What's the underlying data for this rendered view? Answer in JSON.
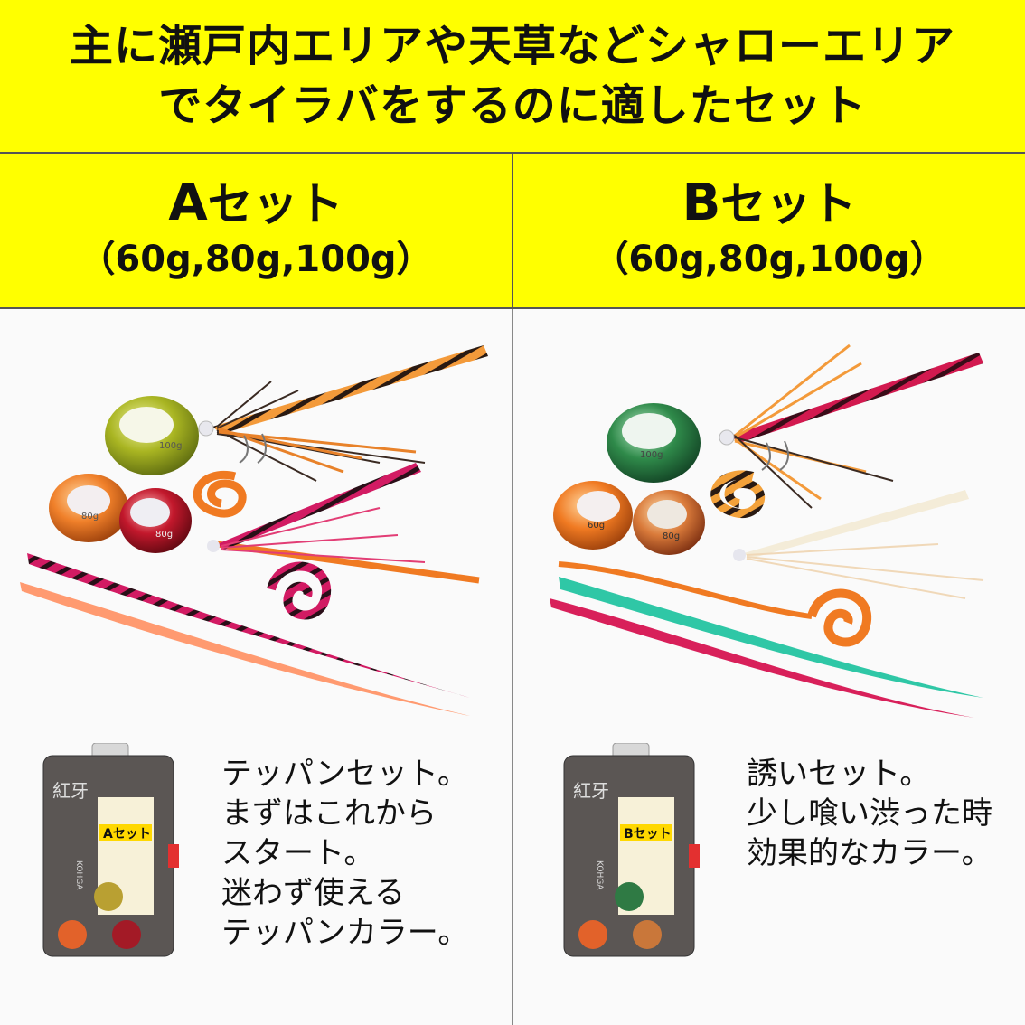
{
  "banner": {
    "line1": "主に瀬戸内エリアや天草などシャローエリア",
    "line2": "でタイラバをするのに適したセット"
  },
  "set_a": {
    "letter": "A",
    "suffix": "セット",
    "weights": "（60g,80g,100g）",
    "description": [
      "テッパンセット。",
      "まずはこれから",
      "スタート。",
      "迷わず使える",
      "テッパンカラー。"
    ],
    "box_label": "Aセット",
    "box_text": [
      "紅牙",
      "KOHGA"
    ],
    "head_labels": [
      "100g",
      "80g",
      "80g"
    ]
  },
  "set_b": {
    "letter": "B",
    "suffix": "セット",
    "weights": "（60g,80g,100g）",
    "description": [
      "誘いセット。",
      "少し喰い渋った時",
      "効果的なカラー。"
    ],
    "box_label": "Bセット",
    "box_text": [
      "紅牙",
      "KOHGA"
    ],
    "head_labels": [
      "100g",
      "60g",
      "80g"
    ]
  },
  "colors": {
    "banner_bg": "#ffff00",
    "text": "#111111",
    "orange": "#f07a22",
    "pink": "#e0115f",
    "teal": "#2fc7a6",
    "red": "#c0162f"
  },
  "icons": [
    "tai-rubber-head",
    "tie-skirt",
    "necktie-tail",
    "curly-tail",
    "tackle-box"
  ]
}
